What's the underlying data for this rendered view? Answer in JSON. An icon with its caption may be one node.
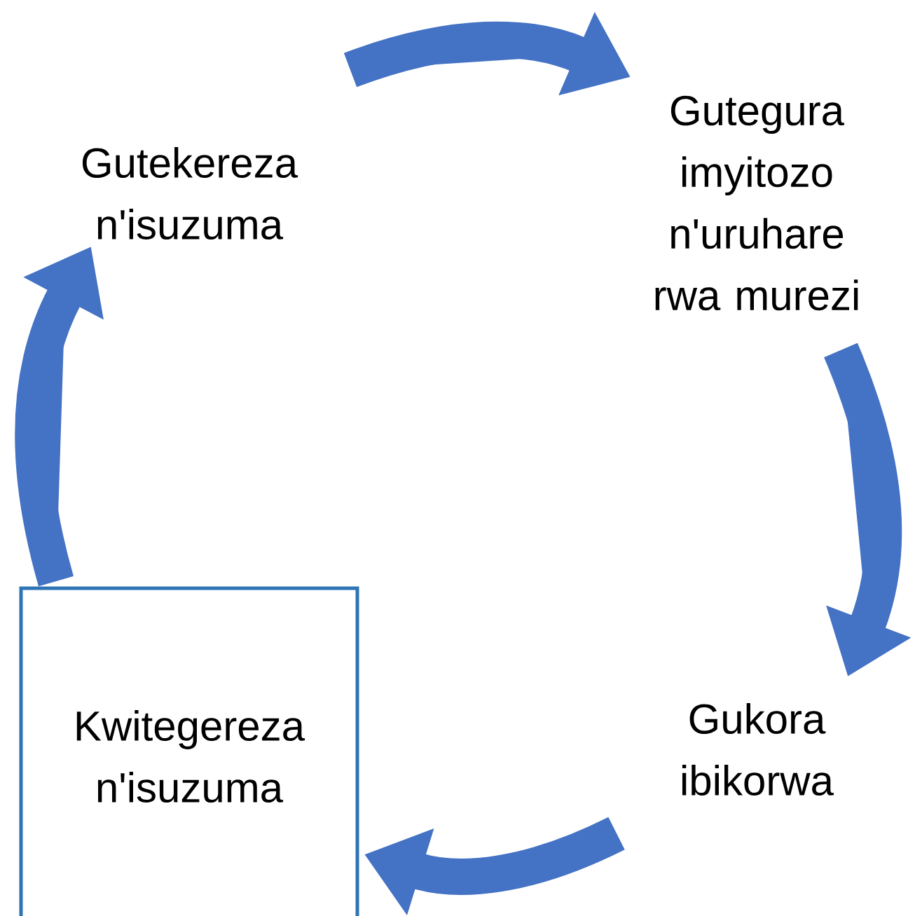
{
  "diagram": {
    "nodes": [
      {
        "text": [
          "Gutekereza n'isuzuma"
        ]
      },
      {
        "text": [
          "Gutegura imyitozo n'uruhare rwa murezi"
        ]
      },
      {
        "text": [
          "Gukora ibikorwa"
        ]
      },
      {
        "text": [
          "Kwitegereza n'isuzuma"
        ]
      }
    ],
    "edges": [
      {
        "from": 0,
        "to": 1,
        "arrow": "to"
      },
      {
        "from": 1,
        "to": 2,
        "arrow": "to"
      },
      {
        "from": 2,
        "to": 3,
        "arrow": "to"
      },
      {
        "from": 3,
        "to": 0,
        "arrow": "to"
      }
    ]
  }
}
